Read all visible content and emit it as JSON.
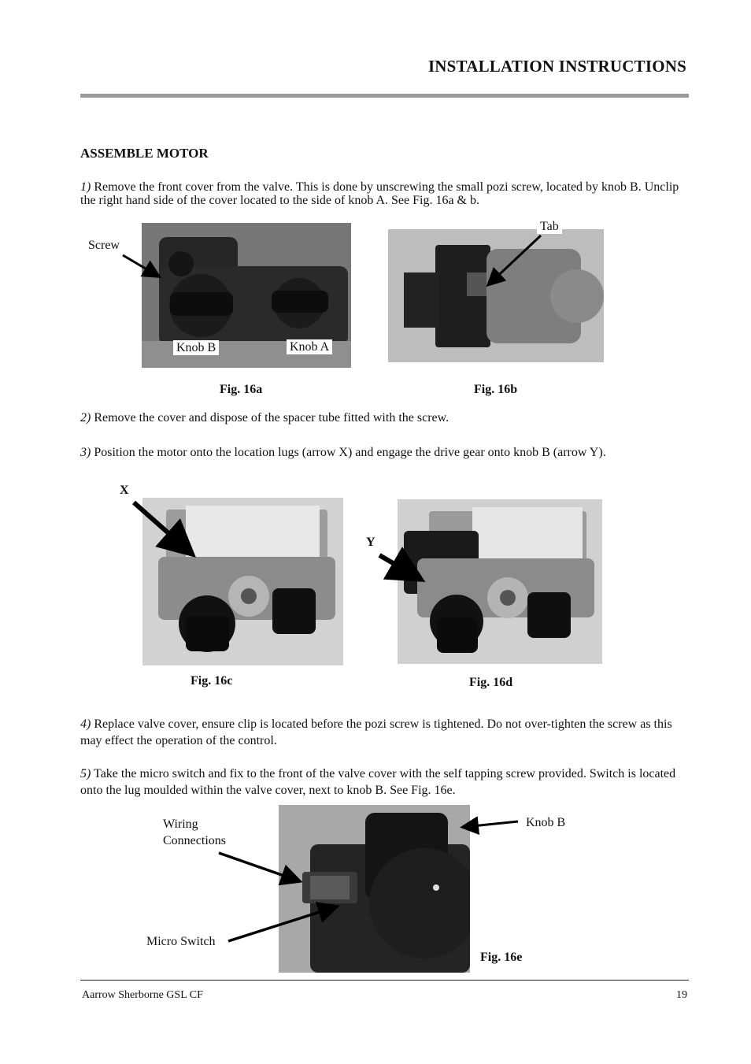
{
  "header": {
    "title": "INSTALLATION INSTRUCTIONS"
  },
  "section": {
    "title": "ASSEMBLE MOTOR"
  },
  "steps": [
    {
      "num": "1)",
      "text": " Remove the front cover from the valve. This is done by unscrewing the small pozi screw, located by knob B. Unclip the right hand side of the cover located to the side of knob A. See Fig. 16a & b."
    },
    {
      "num": "2)",
      "text": " Remove the cover and dispose of the spacer tube fitted with the screw."
    },
    {
      "num": "3)",
      "text": " Position the motor onto the location lugs (arrow X) and engage the drive gear onto knob B (arrow Y)."
    },
    {
      "num": "4)",
      "text": " Replace valve cover, ensure clip is located before the pozi screw is tightened. Do not over-tighten the screw as this may effect the operation of the control."
    },
    {
      "num": "5)",
      "text": " Take the micro switch and fix to the front of the valve cover with the self tapping screw provided. Switch is located onto the lug moulded within the valve cover, next to knob B. See Fig. 16e."
    }
  ],
  "figures": {
    "fig16a": {
      "caption": "Fig. 16a",
      "label_screw": "Screw",
      "label_knob_b": "Knob B",
      "label_knob_a": "Knob A"
    },
    "fig16b": {
      "caption": "Fig. 16b",
      "label_tab": "Tab"
    },
    "fig16c": {
      "caption": "Fig. 16c",
      "label_x": "X"
    },
    "fig16d": {
      "caption": "Fig. 16d",
      "label_y": "Y"
    },
    "fig16e": {
      "caption": "Fig. 16e",
      "label_wiring_1": "Wiring",
      "label_wiring_2": "Connections",
      "label_micro_switch": "Micro Switch",
      "label_knob_b": "Knob B"
    }
  },
  "footer": {
    "left": "Aarrow Sherborne GSL CF",
    "page_number": "19"
  }
}
